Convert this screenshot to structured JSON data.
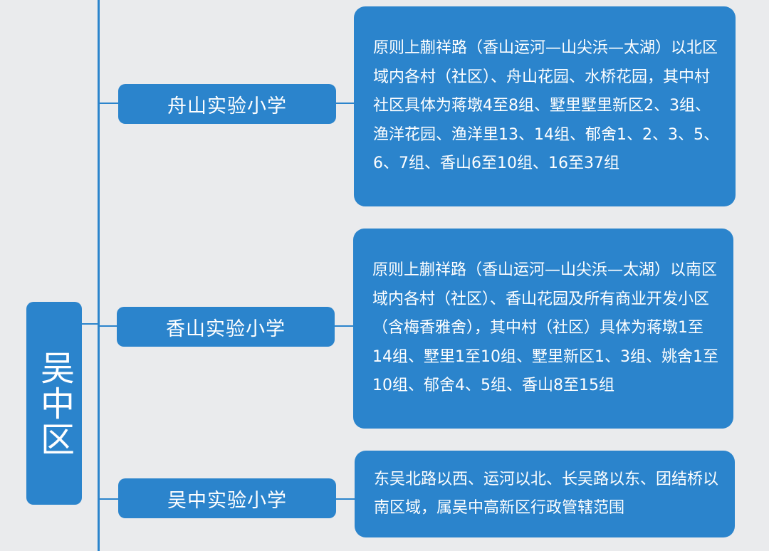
{
  "district": {
    "label": "吴中区"
  },
  "schools": [
    {
      "name": "舟山实验小学",
      "area": "原则上蒯祥路（香山运河—山尖浜—太湖）以北区域内各村（社区）、舟山花园、水桥花园，其中村社区具体为蒋墩4至8组、墅里墅里新区2、3组、渔洋花园、渔洋里13、14组、郁舍1、2、3、5、6、7组、香山6至10组、16至37组"
    },
    {
      "name": "香山实验小学",
      "area": "原则上蒯祥路（香山运河—山尖浜—太湖）以南区域内各村（社区）、香山花园及所有商业开发小区（含梅香雅舍），其中村（社区）具体为蒋墩1至14组、墅里1至10组、墅里新区1、3组、姚舍1至10组、郁舍4、5组、香山8至15组"
    },
    {
      "name": "吴中实验小学",
      "area": "东吴北路以西、运河以北、长吴路以东、团结桥以南区域，属吴中高新区行政管辖范围"
    }
  ],
  "colors": {
    "accent": "#2b84cc",
    "background": "#eaebed",
    "text": "#ffffff"
  }
}
